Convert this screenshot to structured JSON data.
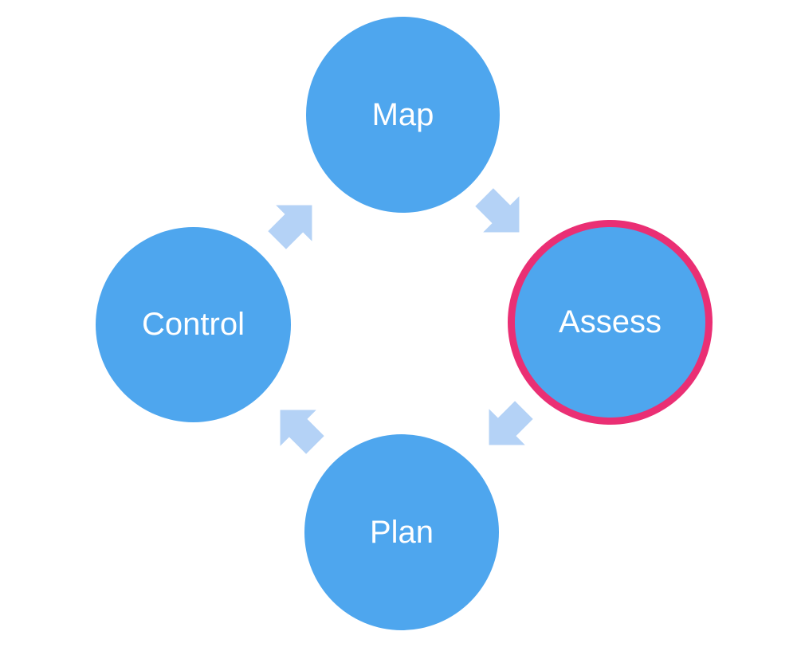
{
  "diagram": {
    "colors": {
      "node_fill": "#4EA6EE",
      "arrow_fill": "#B4D2F6",
      "highlight_border": "#EA2F74",
      "label": "#FFFFFF"
    },
    "nodes": [
      {
        "id": "map",
        "label": "Map",
        "highlighted": false
      },
      {
        "id": "assess",
        "label": "Assess",
        "highlighted": true
      },
      {
        "id": "plan",
        "label": "Plan",
        "highlighted": false
      },
      {
        "id": "control",
        "label": "Control",
        "highlighted": false
      }
    ],
    "flow": [
      {
        "from": "Map",
        "to": "Assess"
      },
      {
        "from": "Assess",
        "to": "Plan"
      },
      {
        "from": "Plan",
        "to": "Control"
      },
      {
        "from": "Control",
        "to": "Map"
      }
    ]
  }
}
